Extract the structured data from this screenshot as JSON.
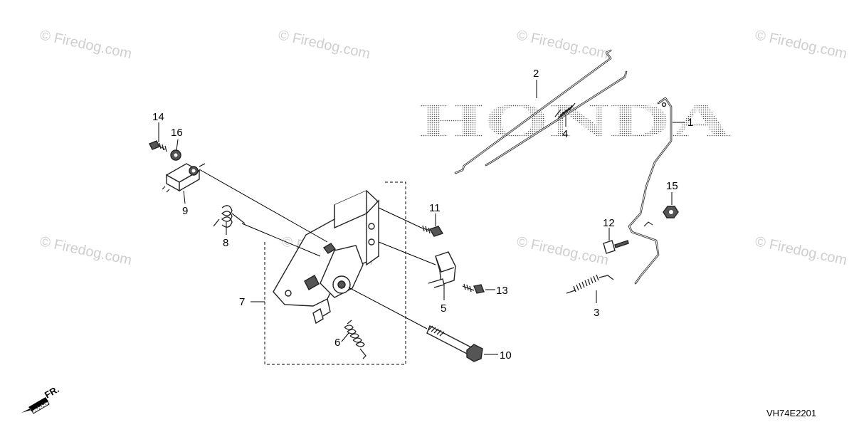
{
  "diagram": {
    "brand_logo_text": "HONDA",
    "watermark_text": "© Firedog.com",
    "diagram_code": "VH74E2201",
    "front_indicator": "FR.",
    "callouts": [
      "1",
      "2",
      "3",
      "4",
      "5",
      "6",
      "7",
      "8",
      "9",
      "10",
      "11",
      "12",
      "13",
      "14",
      "15",
      "16"
    ]
  }
}
